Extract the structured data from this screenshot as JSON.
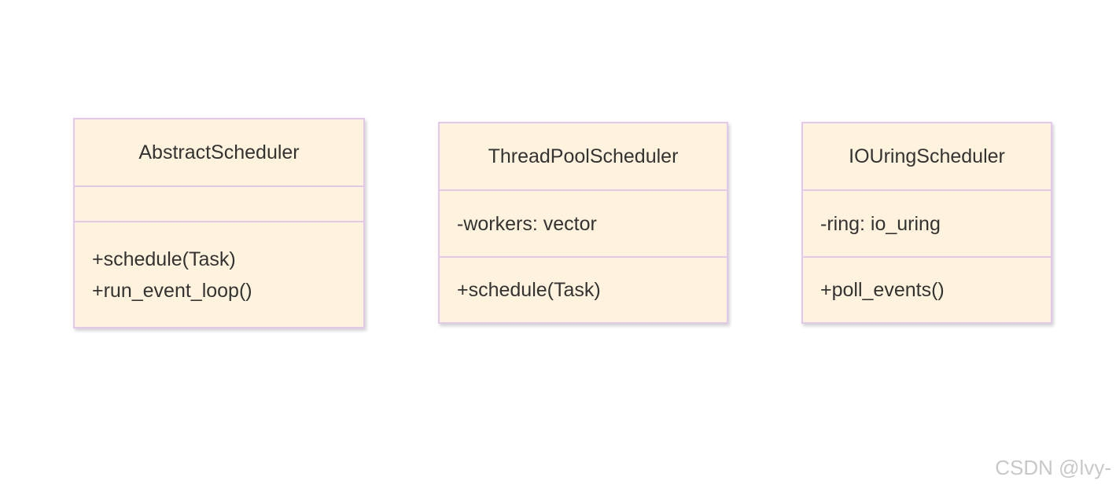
{
  "classes": {
    "abstract": {
      "name": "AbstractScheduler",
      "attributes": [],
      "methods": [
        "+schedule(Task)",
        "+run_event_loop()"
      ]
    },
    "threadpool": {
      "name": "ThreadPoolScheduler",
      "attributes": [
        "-workers: vector"
      ],
      "methods": [
        "+schedule(Task)"
      ]
    },
    "iouring": {
      "name": "IOUringScheduler",
      "attributes": [
        "-ring: io_uring"
      ],
      "methods": [
        "+poll_events()"
      ]
    }
  },
  "watermark": "CSDN @lvy-",
  "colors": {
    "box_fill": "#fff3dd",
    "box_border": "#e3c7ec",
    "text": "#333333",
    "watermark": "#c8c8c8"
  }
}
